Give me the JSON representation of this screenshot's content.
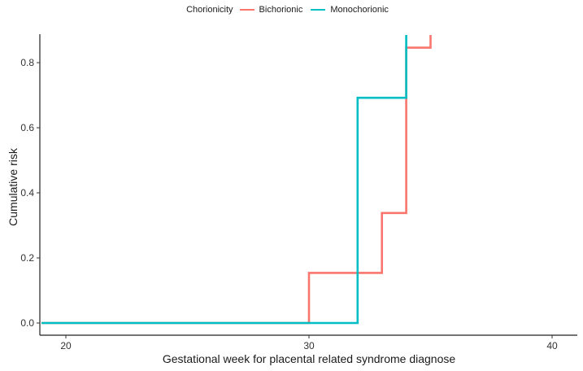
{
  "chart_data": {
    "type": "line",
    "subtype": "step",
    "title": "",
    "xlabel": "Gestational week for placental related syndrome diagnose",
    "ylabel": "Cumulative risk",
    "xlim": [
      19,
      41
    ],
    "ylim": [
      0,
      0.885
    ],
    "x_ticks": [
      20,
      30,
      40
    ],
    "y_ticks": [
      0.0,
      0.2,
      0.4,
      0.6,
      0.8
    ],
    "x_tick_labels": [
      "20",
      "30",
      "40"
    ],
    "y_tick_labels": [
      "0.0",
      "0.2",
      "0.4",
      "0.6",
      "0.8"
    ],
    "grid": false,
    "legend": {
      "title": "Chorionicity",
      "position": "top",
      "entries": [
        "Bichorionic",
        "Monochorionic"
      ]
    },
    "series": [
      {
        "name": "Bichorionic",
        "color": "#F8766D",
        "x": [
          19,
          30,
          30,
          33,
          33,
          34,
          34,
          35,
          35
        ],
        "y": [
          0,
          0,
          0.154,
          0.154,
          0.338,
          0.338,
          0.846,
          0.846,
          0.885
        ]
      },
      {
        "name": "Monochorionic",
        "color": "#00BFC4",
        "x": [
          19,
          32,
          32,
          34,
          34
        ],
        "y": [
          0,
          0,
          0.692,
          0.692,
          0.885
        ]
      }
    ]
  }
}
